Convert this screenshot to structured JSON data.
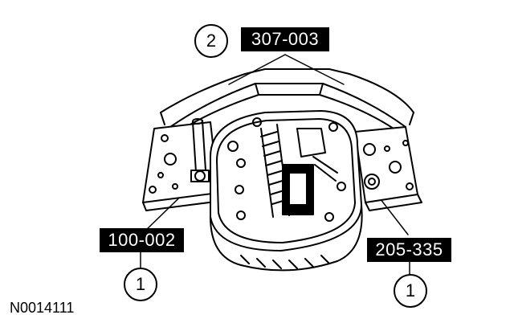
{
  "labels": {
    "top_tool": "307-003",
    "left_tool": "100-002",
    "right_tool": "205-335"
  },
  "callouts": {
    "top": "2",
    "left": "1",
    "right": "1"
  },
  "figure_id": "N0014111",
  "colors": {
    "ink": "#000000",
    "paper": "#ffffff"
  }
}
